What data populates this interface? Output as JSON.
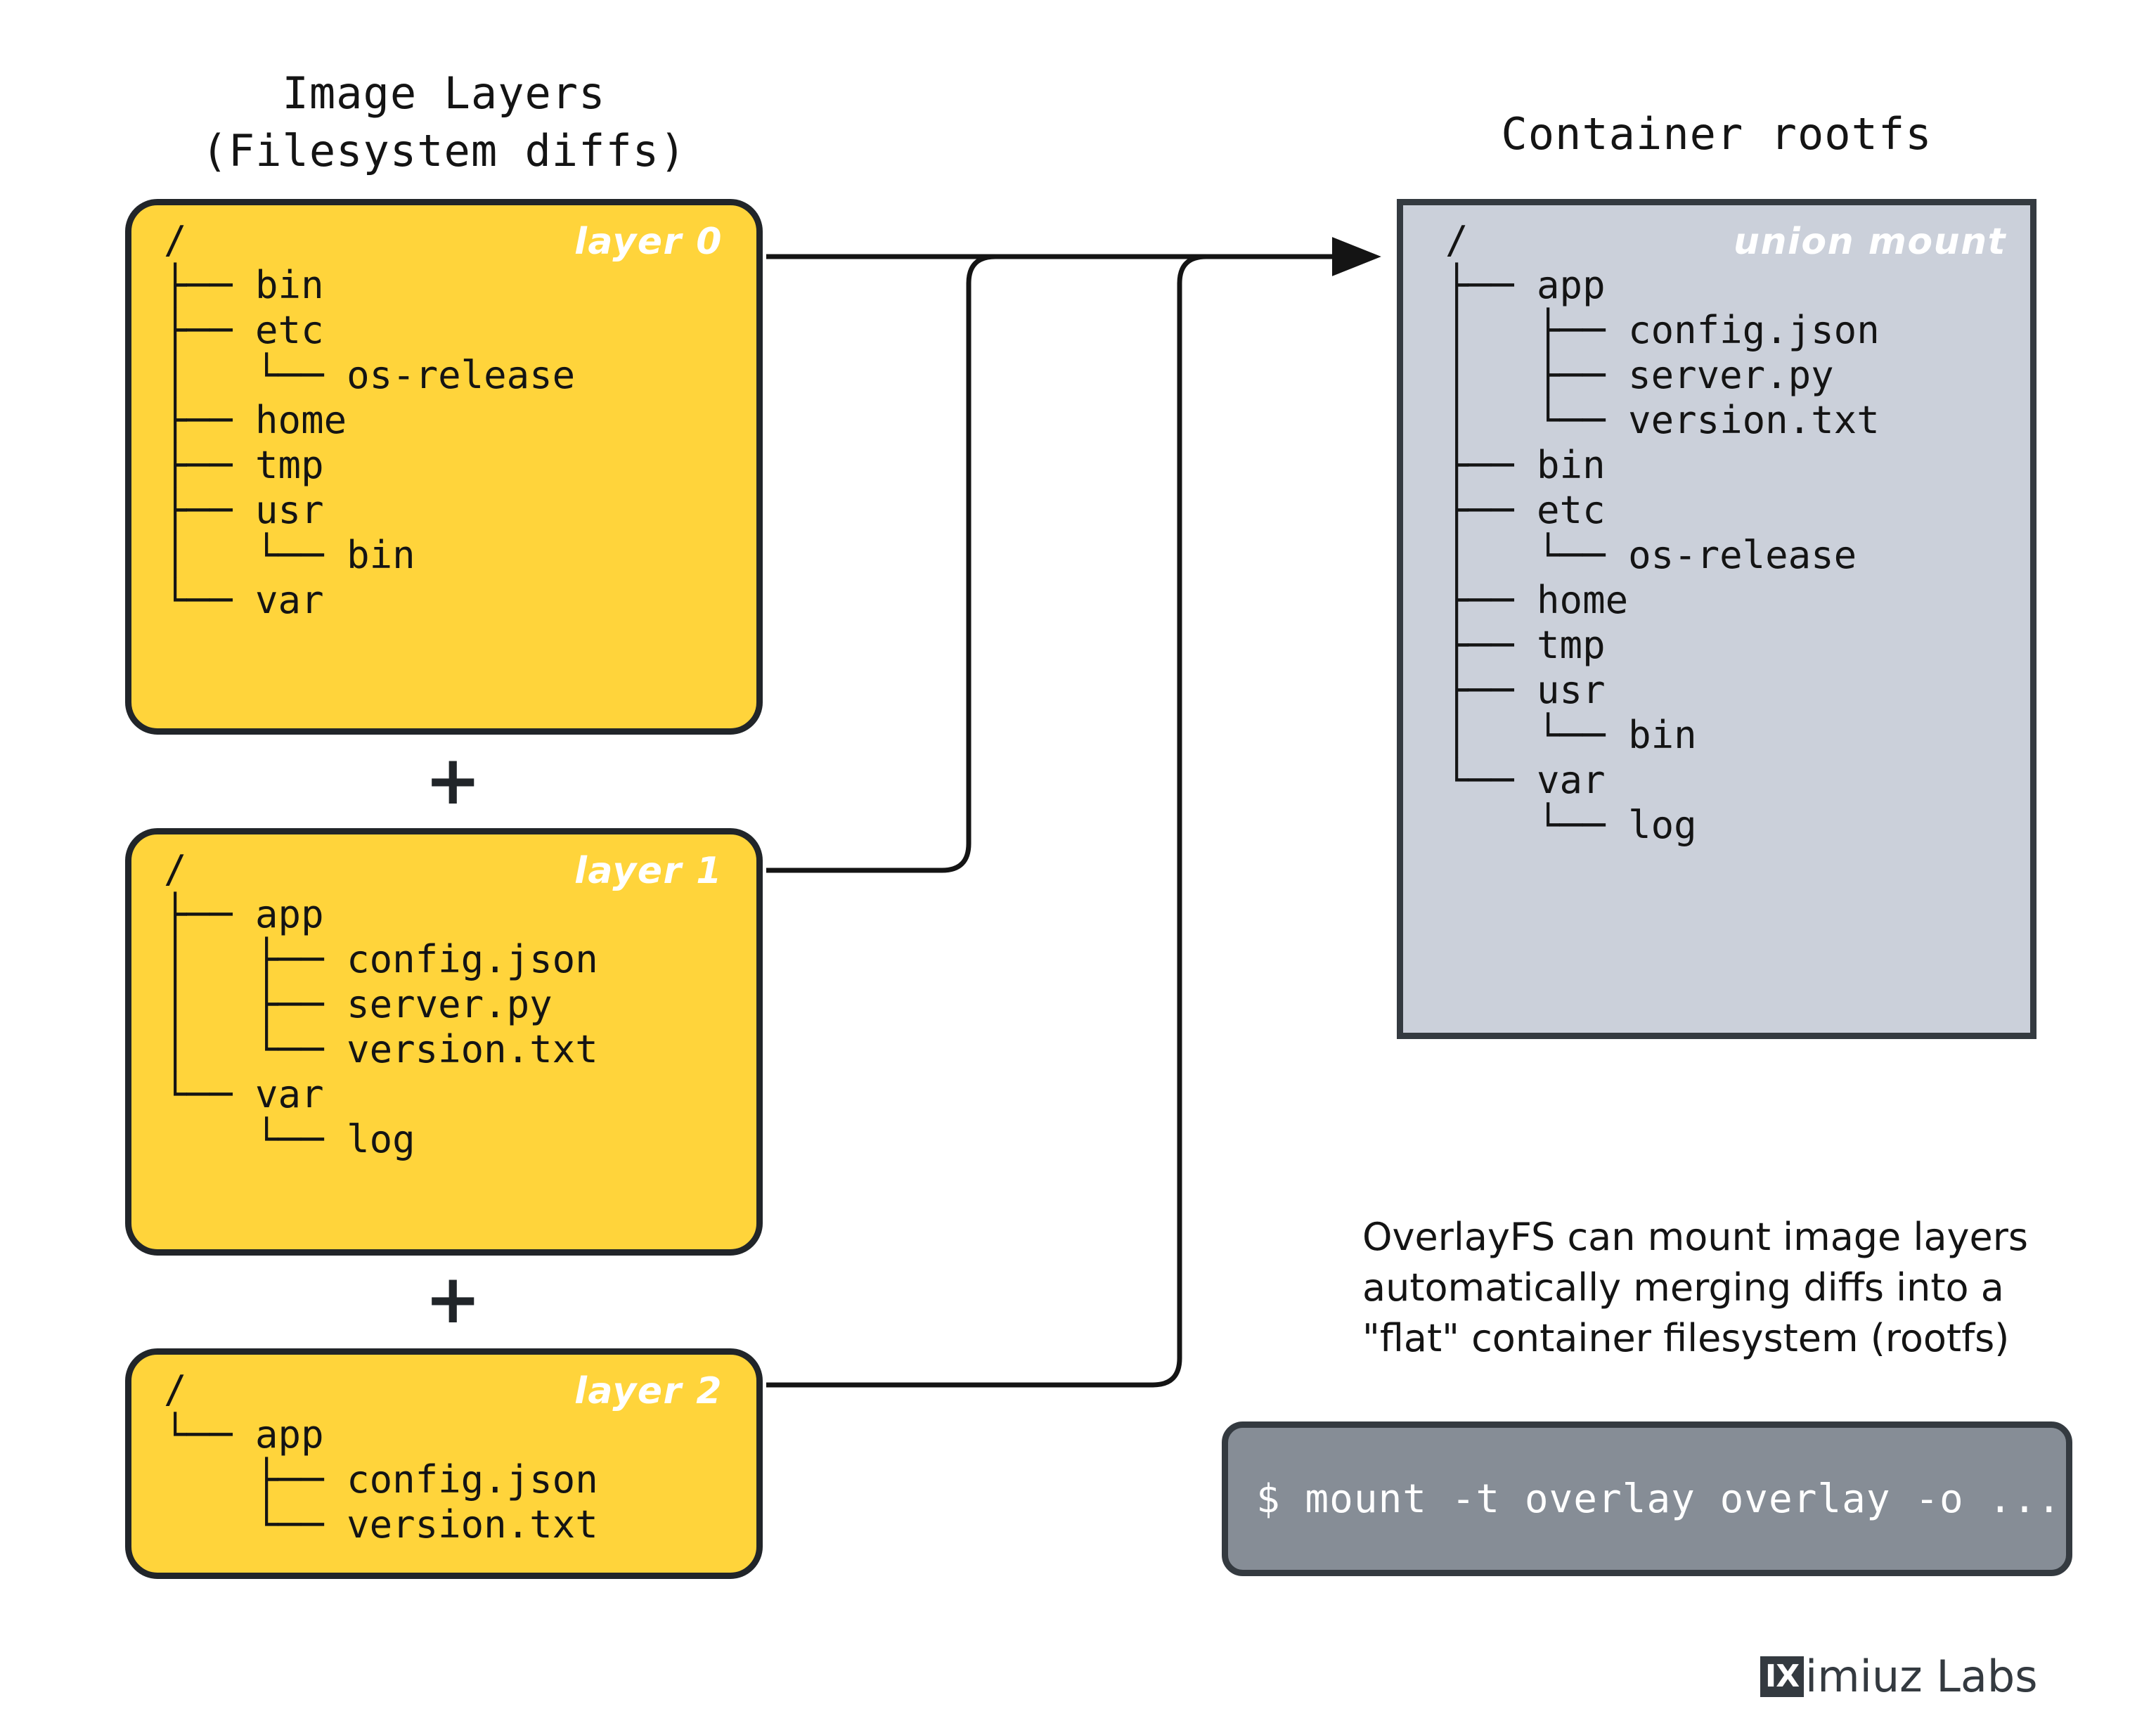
{
  "headings": {
    "left": "Image Layers\n(Filesystem diffs)",
    "right": "Container rootfs"
  },
  "operators": {
    "plus_1": "+",
    "plus_2": "+"
  },
  "layers": [
    {
      "tag": "layer 0",
      "root": "/",
      "tree_text": "/\n├── bin\n├── etc\n│   └── os-release\n├── home\n├── tmp\n├── usr\n│   └── bin\n└── var",
      "entries": [
        {
          "name": "bin",
          "depth": 1,
          "type": "dir"
        },
        {
          "name": "etc",
          "depth": 1,
          "type": "dir"
        },
        {
          "name": "os-release",
          "depth": 2,
          "type": "file"
        },
        {
          "name": "home",
          "depth": 1,
          "type": "dir"
        },
        {
          "name": "tmp",
          "depth": 1,
          "type": "dir"
        },
        {
          "name": "usr",
          "depth": 1,
          "type": "dir"
        },
        {
          "name": "bin",
          "depth": 2,
          "type": "dir"
        },
        {
          "name": "var",
          "depth": 1,
          "type": "dir"
        }
      ]
    },
    {
      "tag": "layer 1",
      "root": "/",
      "tree_text": "/\n├── app\n│   ├── config.json\n│   ├── server.py\n│   └── version.txt\n└── var\n    └── log",
      "entries": [
        {
          "name": "app",
          "depth": 1,
          "type": "dir"
        },
        {
          "name": "config.json",
          "depth": 2,
          "type": "file"
        },
        {
          "name": "server.py",
          "depth": 2,
          "type": "file"
        },
        {
          "name": "version.txt",
          "depth": 2,
          "type": "file"
        },
        {
          "name": "var",
          "depth": 1,
          "type": "dir"
        },
        {
          "name": "log",
          "depth": 2,
          "type": "dir"
        }
      ]
    },
    {
      "tag": "layer 2",
      "root": "/",
      "tree_text": "/\n└── app\n    ├── config.json\n    └── version.txt",
      "entries": [
        {
          "name": "app",
          "depth": 1,
          "type": "dir"
        },
        {
          "name": "config.json",
          "depth": 2,
          "type": "file"
        },
        {
          "name": "version.txt",
          "depth": 2,
          "type": "file"
        }
      ]
    }
  ],
  "rootfs": {
    "tag": "union mount",
    "root": "/",
    "tree_text": "/\n├── app\n│   ├── config.json\n│   ├── server.py\n│   └── version.txt\n├── bin\n├── etc\n│   └── os-release\n├── home\n├── tmp\n├── usr\n│   └── bin\n└── var\n    └── log",
    "entries": [
      {
        "name": "app",
        "depth": 1,
        "type": "dir"
      },
      {
        "name": "config.json",
        "depth": 2,
        "type": "file"
      },
      {
        "name": "server.py",
        "depth": 2,
        "type": "file"
      },
      {
        "name": "version.txt",
        "depth": 2,
        "type": "file"
      },
      {
        "name": "bin",
        "depth": 1,
        "type": "dir"
      },
      {
        "name": "etc",
        "depth": 1,
        "type": "dir"
      },
      {
        "name": "os-release",
        "depth": 2,
        "type": "file"
      },
      {
        "name": "home",
        "depth": 1,
        "type": "dir"
      },
      {
        "name": "tmp",
        "depth": 1,
        "type": "dir"
      },
      {
        "name": "usr",
        "depth": 1,
        "type": "dir"
      },
      {
        "name": "bin",
        "depth": 2,
        "type": "dir"
      },
      {
        "name": "var",
        "depth": 1,
        "type": "dir"
      },
      {
        "name": "log",
        "depth": 2,
        "type": "dir"
      }
    ]
  },
  "note": "OverlayFS can mount image layers\nautomatically merging diffs into a\n\"flat\" container filesystem (rootfs)",
  "terminal": {
    "command": "$ mount -t overlay overlay -o ..."
  },
  "logo": {
    "mark": "IX",
    "text": "imiuz Labs"
  },
  "colors": {
    "layer_fill": "#FFD43B",
    "layer_stroke": "#212529",
    "rootfs_fill": "#CBD0DA",
    "rootfs_stroke": "#343A40",
    "terminal_fill": "#868D96",
    "text": "#141414",
    "tag_text": "#FFFFFF",
    "background": "#FFFFFF"
  }
}
